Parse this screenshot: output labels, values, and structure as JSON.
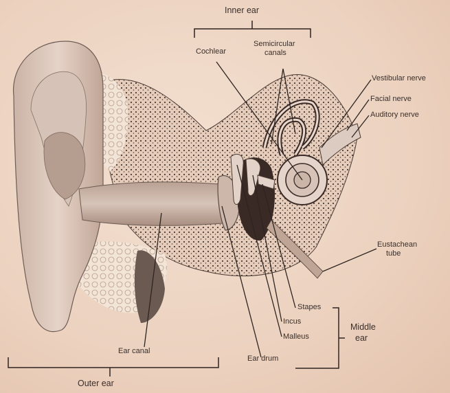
{
  "diagram": {
    "groups": {
      "inner_ear": "Inner ear",
      "outer_ear": "Outer ear",
      "middle_ear_line1": "Middle",
      "middle_ear_line2": "ear"
    },
    "labels": {
      "cochlear": "Cochlear",
      "semicircular_line1": "Semicircular",
      "semicircular_line2": "canals",
      "vestibular_nerve": "Vestibular nerve",
      "facial_nerve": "Facial nerve",
      "auditory_nerve": "Auditory nerve",
      "eustachean_line1": "Eustachean",
      "eustachean_line2": "tube",
      "stapes": "Stapes",
      "incus": "Incus",
      "malleus": "Malleus",
      "ear_drum": "Ear drum",
      "ear_canal": "Ear canal"
    }
  }
}
